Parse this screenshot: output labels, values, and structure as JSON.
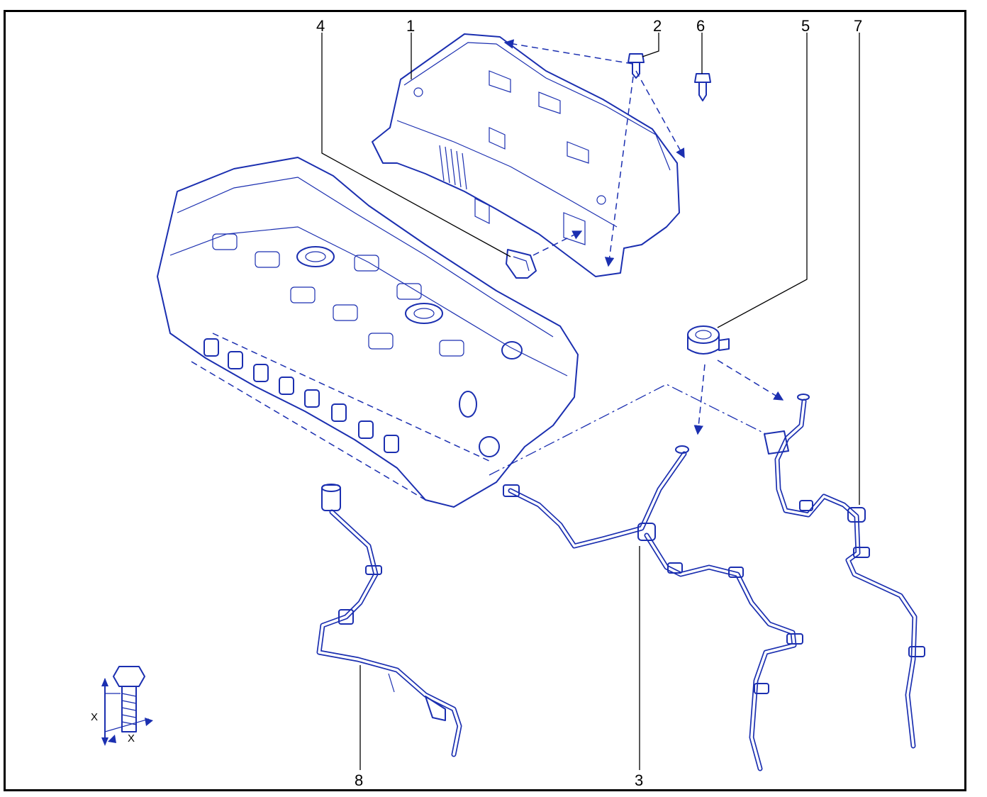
{
  "callouts": {
    "c1": "1",
    "c2": "2",
    "c3": "3",
    "c4": "4",
    "c5": "5",
    "c6": "6",
    "c7": "7",
    "c8": "8"
  },
  "legend": {
    "dim_vertical": "X",
    "dim_horizontal": "X"
  },
  "colors": {
    "line_art": "#1b2fb0",
    "frame": "#000000",
    "background": "#ffffff"
  }
}
